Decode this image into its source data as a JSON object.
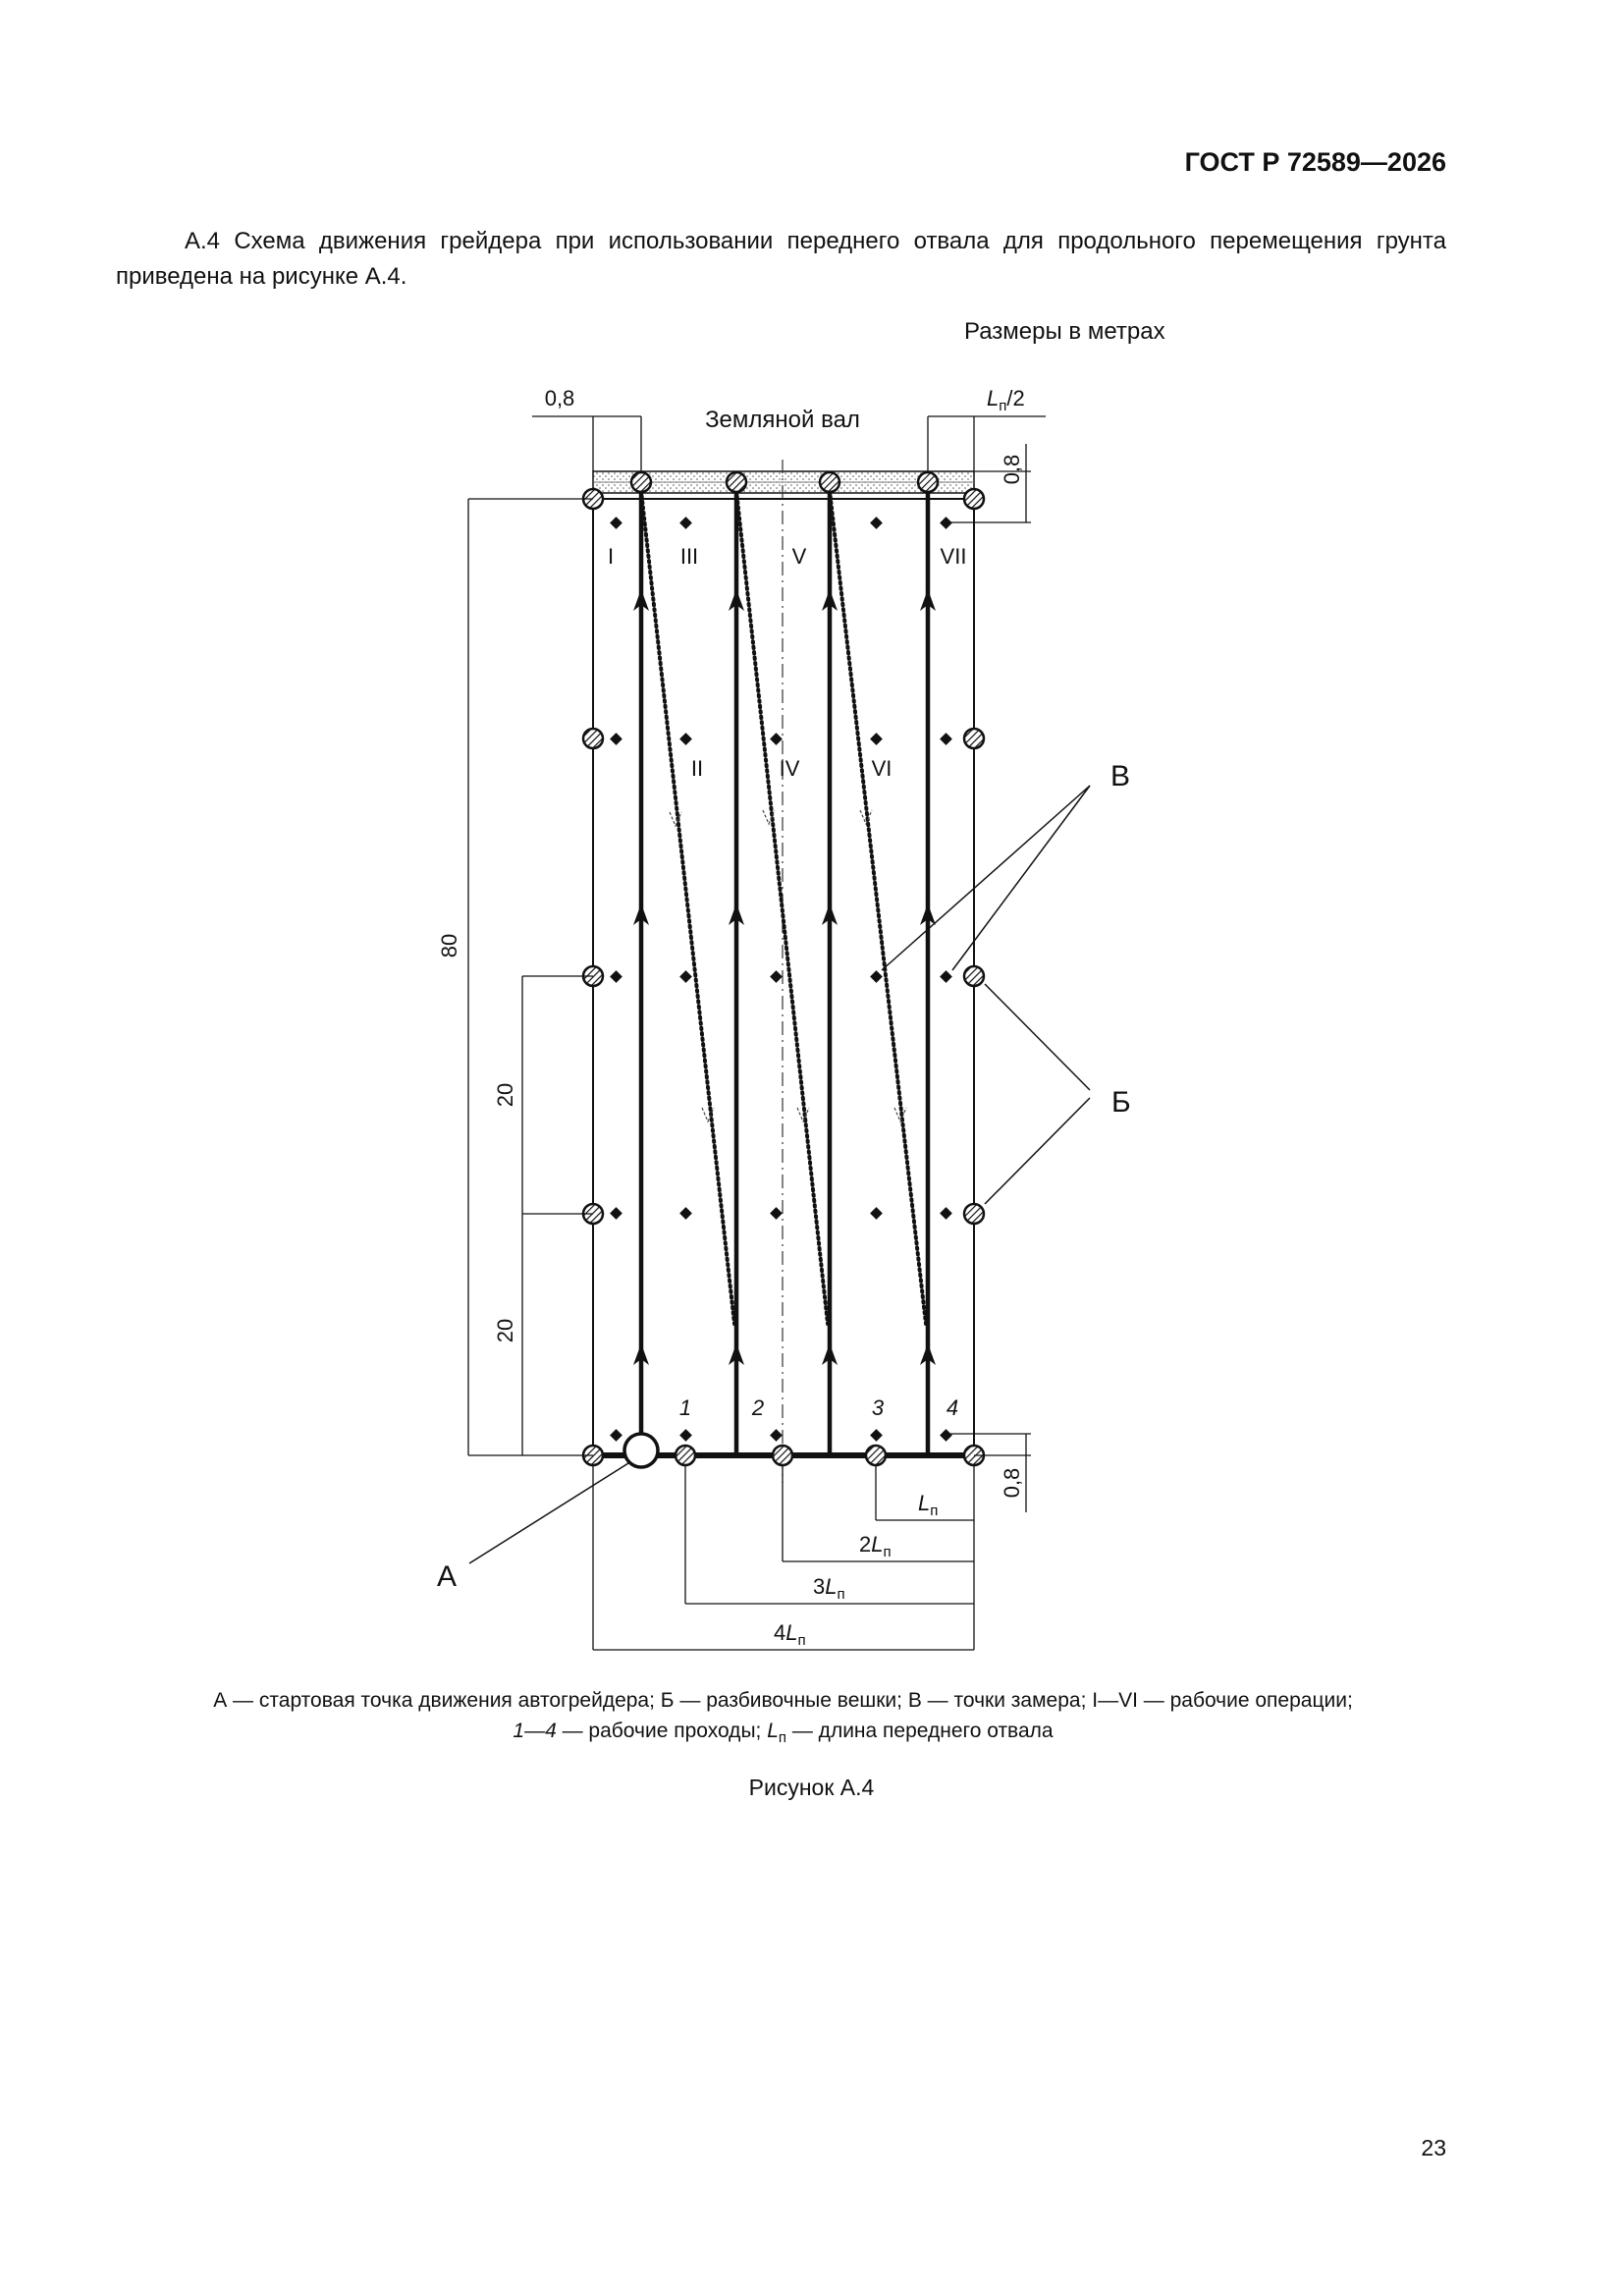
{
  "header": {
    "standard_id": "ГОСТ Р 72589—2026"
  },
  "intro": {
    "text": "А.4 Схема движения грейдера при использовании переднего отвала для продольного перемещения грунта приведена на рисунке А.4."
  },
  "figure": {
    "units_note": "Размеры в метрах",
    "berm_label": "Земляной вал",
    "dim_left_top": "0,8",
    "dim_right_top_var": "L",
    "dim_right_top_sub": "п",
    "dim_right_top_tail": "/2",
    "dim_right_upper": "0,8",
    "dim_right_lower": "0,8",
    "dim_total_length": "80",
    "dim_spacing_1": "20",
    "dim_spacing_2": "20",
    "operations_top": [
      "I",
      "III",
      "V",
      "VII"
    ],
    "operations_mid": [
      "II",
      "IV",
      "VI"
    ],
    "passes": [
      "1",
      "2",
      "3",
      "4"
    ],
    "callout_start": "А",
    "callout_stakes": "Б",
    "callout_points": "В",
    "bottom_dims": [
      {
        "coef": "",
        "var": "L",
        "sub": "п"
      },
      {
        "coef": "2",
        "var": "L",
        "sub": "п"
      },
      {
        "coef": "3",
        "var": "L",
        "sub": "п"
      },
      {
        "coef": "4",
        "var": "L",
        "sub": "п"
      }
    ]
  },
  "legend": {
    "line1": "А — стартовая точка движения автогрейдера; Б — разбивочные вешки; В — точки замера; I—VI — рабочие операции;",
    "line2_italic": "1—4",
    "line2_part1": " — рабочие проходы; ",
    "line2_var": "L",
    "line2_sub": "п",
    "line2_part2": " — длина переднего отвала"
  },
  "caption": "Рисунок А.4",
  "page_number": "23"
}
